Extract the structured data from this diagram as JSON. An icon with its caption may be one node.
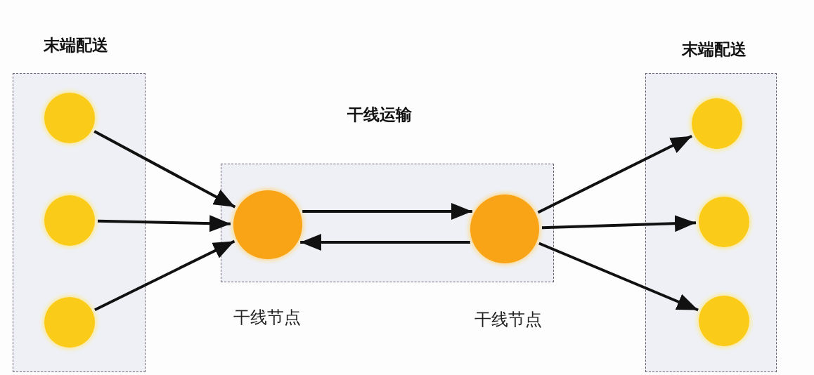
{
  "diagram": {
    "nodes": [
      {
        "text": [
          "末端配送"
        ]
      },
      {
        "text": [],
        "shape": "circle",
        "in": 0
      },
      {
        "text": [],
        "shape": "circle",
        "in": 0
      },
      {
        "text": [],
        "shape": "circle",
        "in": 0
      },
      {
        "text": [
          "干线运输"
        ]
      },
      {
        "text": [],
        "shape": "circle",
        "in": 4,
        "beside": [
          "干线节点"
        ]
      },
      {
        "text": [],
        "shape": "circle",
        "in": 4,
        "beside": [
          "干线节点"
        ]
      },
      {
        "text": [
          "末端配送"
        ]
      },
      {
        "text": [],
        "shape": "circle",
        "in": 7
      },
      {
        "text": [],
        "shape": "circle",
        "in": 7
      },
      {
        "text": [],
        "shape": "circle",
        "in": 7
      }
    ],
    "edges": [
      {
        "from": 1,
        "to": 5,
        "arrow": "to"
      },
      {
        "from": 2,
        "to": 5,
        "arrow": "to"
      },
      {
        "from": 3,
        "to": 5,
        "arrow": "to"
      },
      {
        "from": 5,
        "to": 6,
        "arrow": "to"
      },
      {
        "from": 6,
        "to": 5,
        "arrow": "to"
      },
      {
        "from": 6,
        "to": 8,
        "arrow": "to"
      },
      {
        "from": 6,
        "to": 9,
        "arrow": "to"
      },
      {
        "from": 6,
        "to": 10,
        "arrow": "to"
      }
    ]
  }
}
